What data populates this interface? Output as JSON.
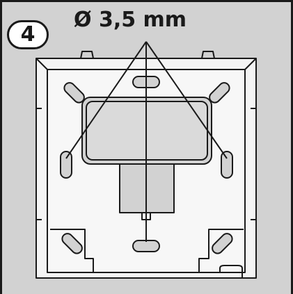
{
  "step": {
    "number": "4"
  },
  "label": {
    "diameter": "Ø 3,5 mm"
  },
  "colors": {
    "background": "#d2d2d2",
    "ink": "#1a1a1a",
    "plate": "#f4f4f4"
  },
  "icons": {
    "step-badge": "circled-number",
    "mounting-holes": "slotted-hole"
  }
}
